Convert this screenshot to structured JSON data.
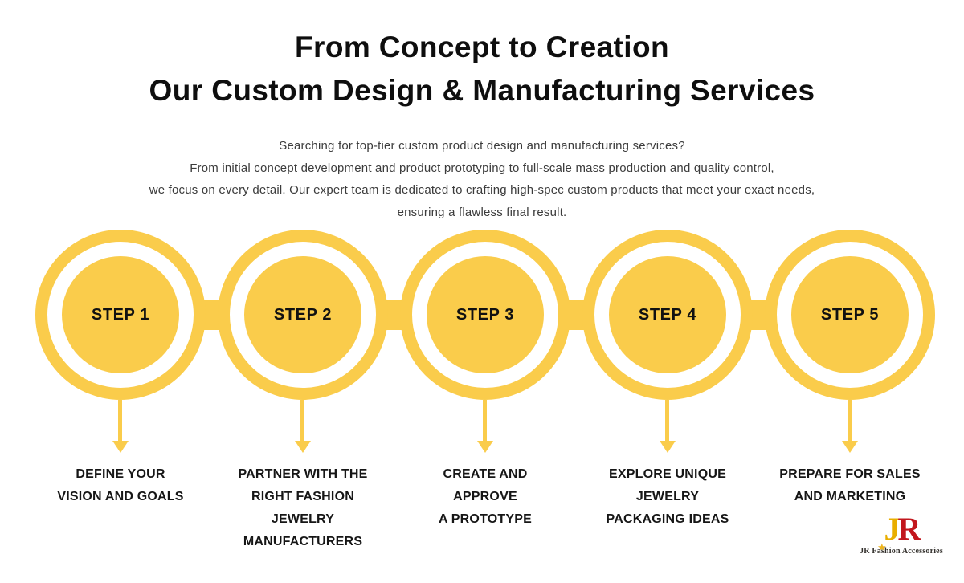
{
  "title": {
    "line1": "From Concept to Creation",
    "line2": "Our Custom Design & Manufacturing Services"
  },
  "intro": {
    "lines": [
      "Searching for top-tier custom product design and manufacturing services?",
      "From initial concept development and product prototyping to full-scale mass production and quality control,",
      "we focus on every detail. Our expert team is dedicated to crafting high-spec custom products that meet your exact needs,",
      "ensuring a flawless final result."
    ]
  },
  "steps": [
    {
      "label": "STEP 1",
      "description_lines": [
        "DEFINE YOUR",
        "VISION AND GOALS"
      ]
    },
    {
      "label": "STEP 2",
      "description_lines": [
        "PARTNER WITH THE",
        "RIGHT FASHION",
        "JEWELRY",
        "MANUFACTURERS"
      ]
    },
    {
      "label": "STEP 3",
      "description_lines": [
        "CREATE AND",
        "APPROVE",
        "A PROTOTYPE"
      ]
    },
    {
      "label": "STEP 4",
      "description_lines": [
        "EXPLORE UNIQUE",
        "JEWELRY",
        "PACKAGING IDEAS"
      ]
    },
    {
      "label": "STEP 5",
      "description_lines": [
        "PREPARE FOR SALES",
        "AND MARKETING"
      ]
    }
  ],
  "logo": {
    "letter_j": "J",
    "letter_r": "R",
    "star": "★",
    "caption": "JR Fashion Accessories"
  },
  "colors": {
    "accent_yellow": "#FACC4B",
    "logo_gold": "#E9AE00",
    "logo_red": "#C2171D",
    "title_text": "#0E0E0E",
    "body_text": "#3C3C3C"
  }
}
